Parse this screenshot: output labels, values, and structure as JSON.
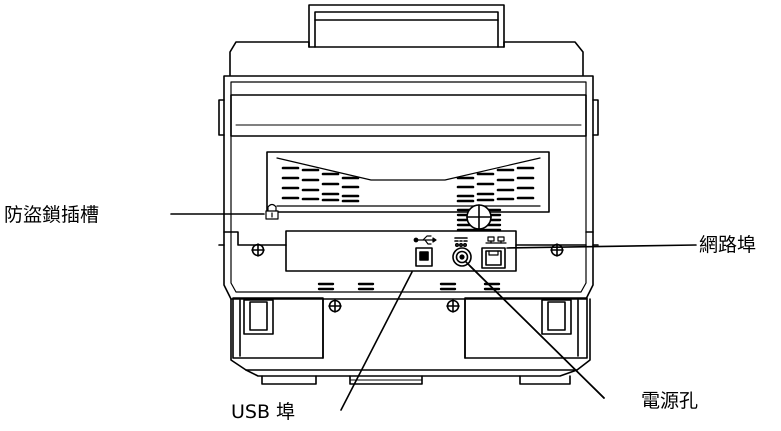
{
  "diagram": {
    "callouts": {
      "lock_slot": "防盜鎖插槽",
      "lan_port": "網路埠",
      "power_jack": "電源孔",
      "usb_port": "USB 埠"
    },
    "colors": {
      "stroke": "#000000",
      "fill": "#ffffff"
    },
    "icons": [
      "lock-icon",
      "usb-icon",
      "power-dc-icon",
      "network-icon",
      "screw-icon"
    ]
  }
}
